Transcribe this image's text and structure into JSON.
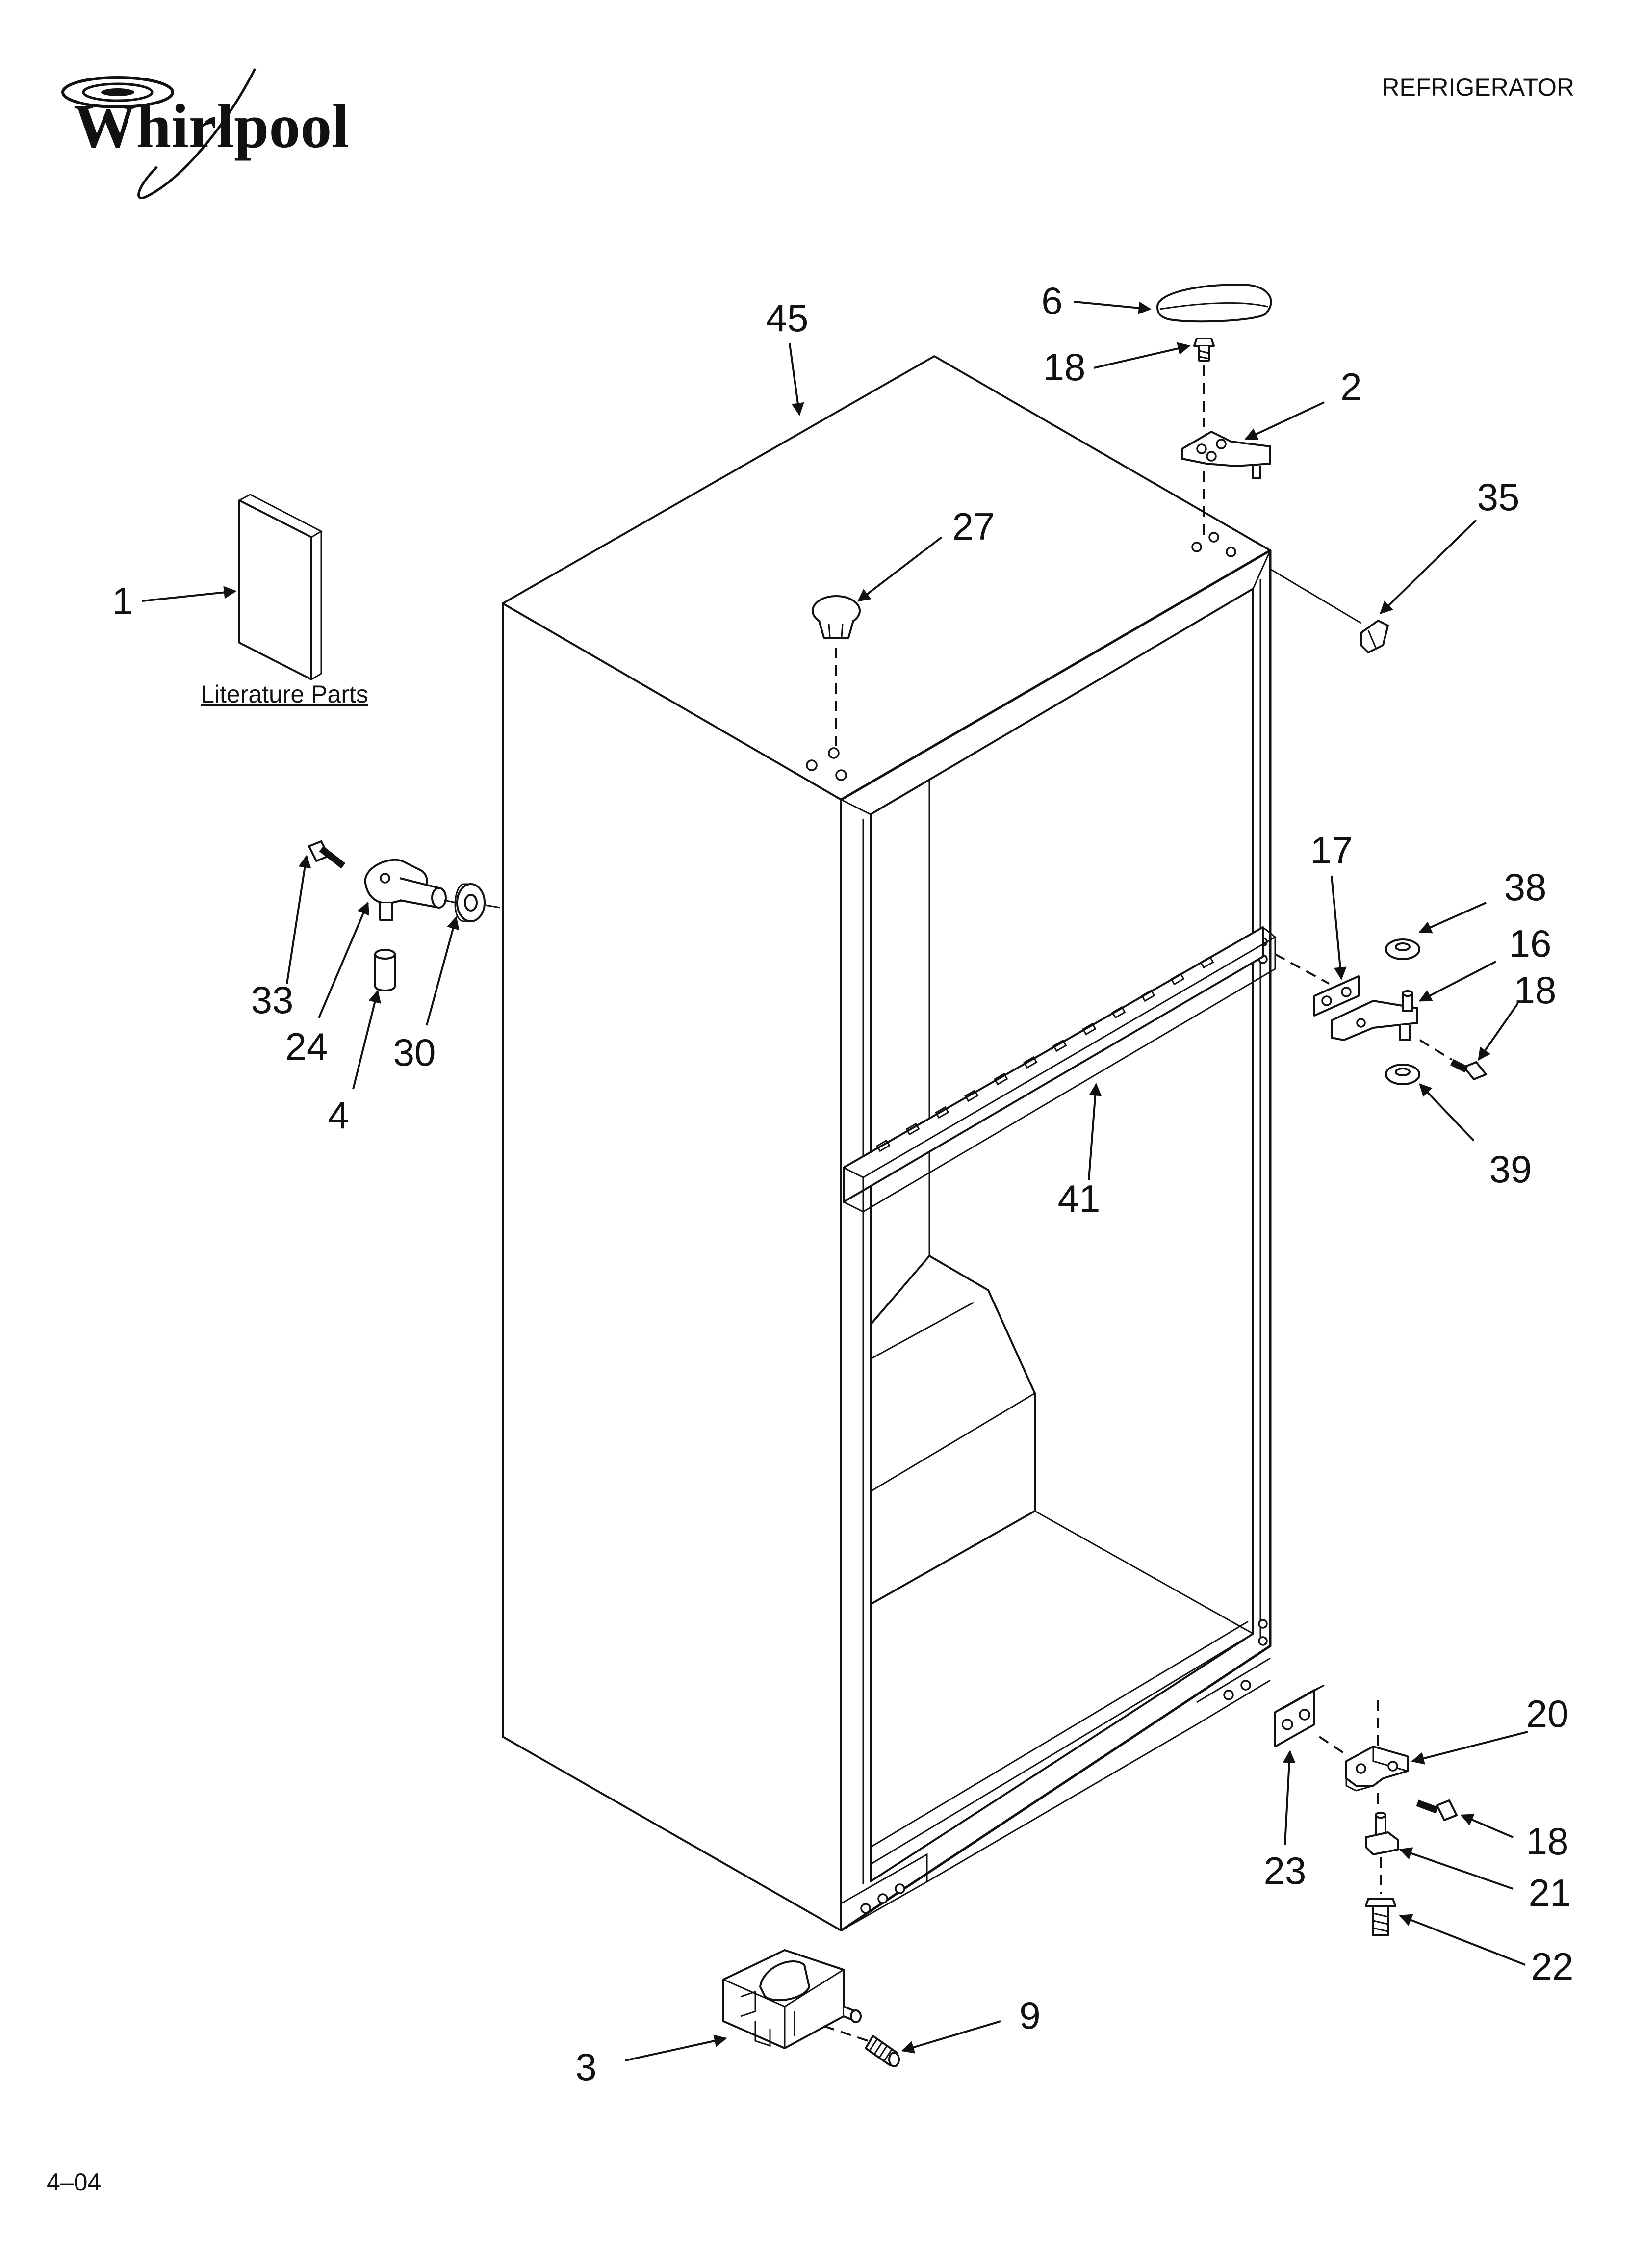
{
  "header": {
    "brand": "Whirlpool",
    "title": "REFRIGERATOR"
  },
  "footer": {
    "date_code": "4–04"
  },
  "literature_caption": "Literature Parts",
  "callouts": {
    "p45": "45",
    "p6": "6",
    "p18_top": "18",
    "p2": "2",
    "p35": "35",
    "p27": "27",
    "p1": "1",
    "p33": "33",
    "p24": "24",
    "p30": "30",
    "p4": "4",
    "p17": "17",
    "p38": "38",
    "p16": "16",
    "p18_mid": "18",
    "p39": "39",
    "p41": "41",
    "p20": "20",
    "p18_low": "18",
    "p21": "21",
    "p22": "22",
    "p23": "23",
    "p3": "3",
    "p9": "9"
  },
  "colors": {
    "ink": "#111111",
    "paper": "#ffffff"
  }
}
